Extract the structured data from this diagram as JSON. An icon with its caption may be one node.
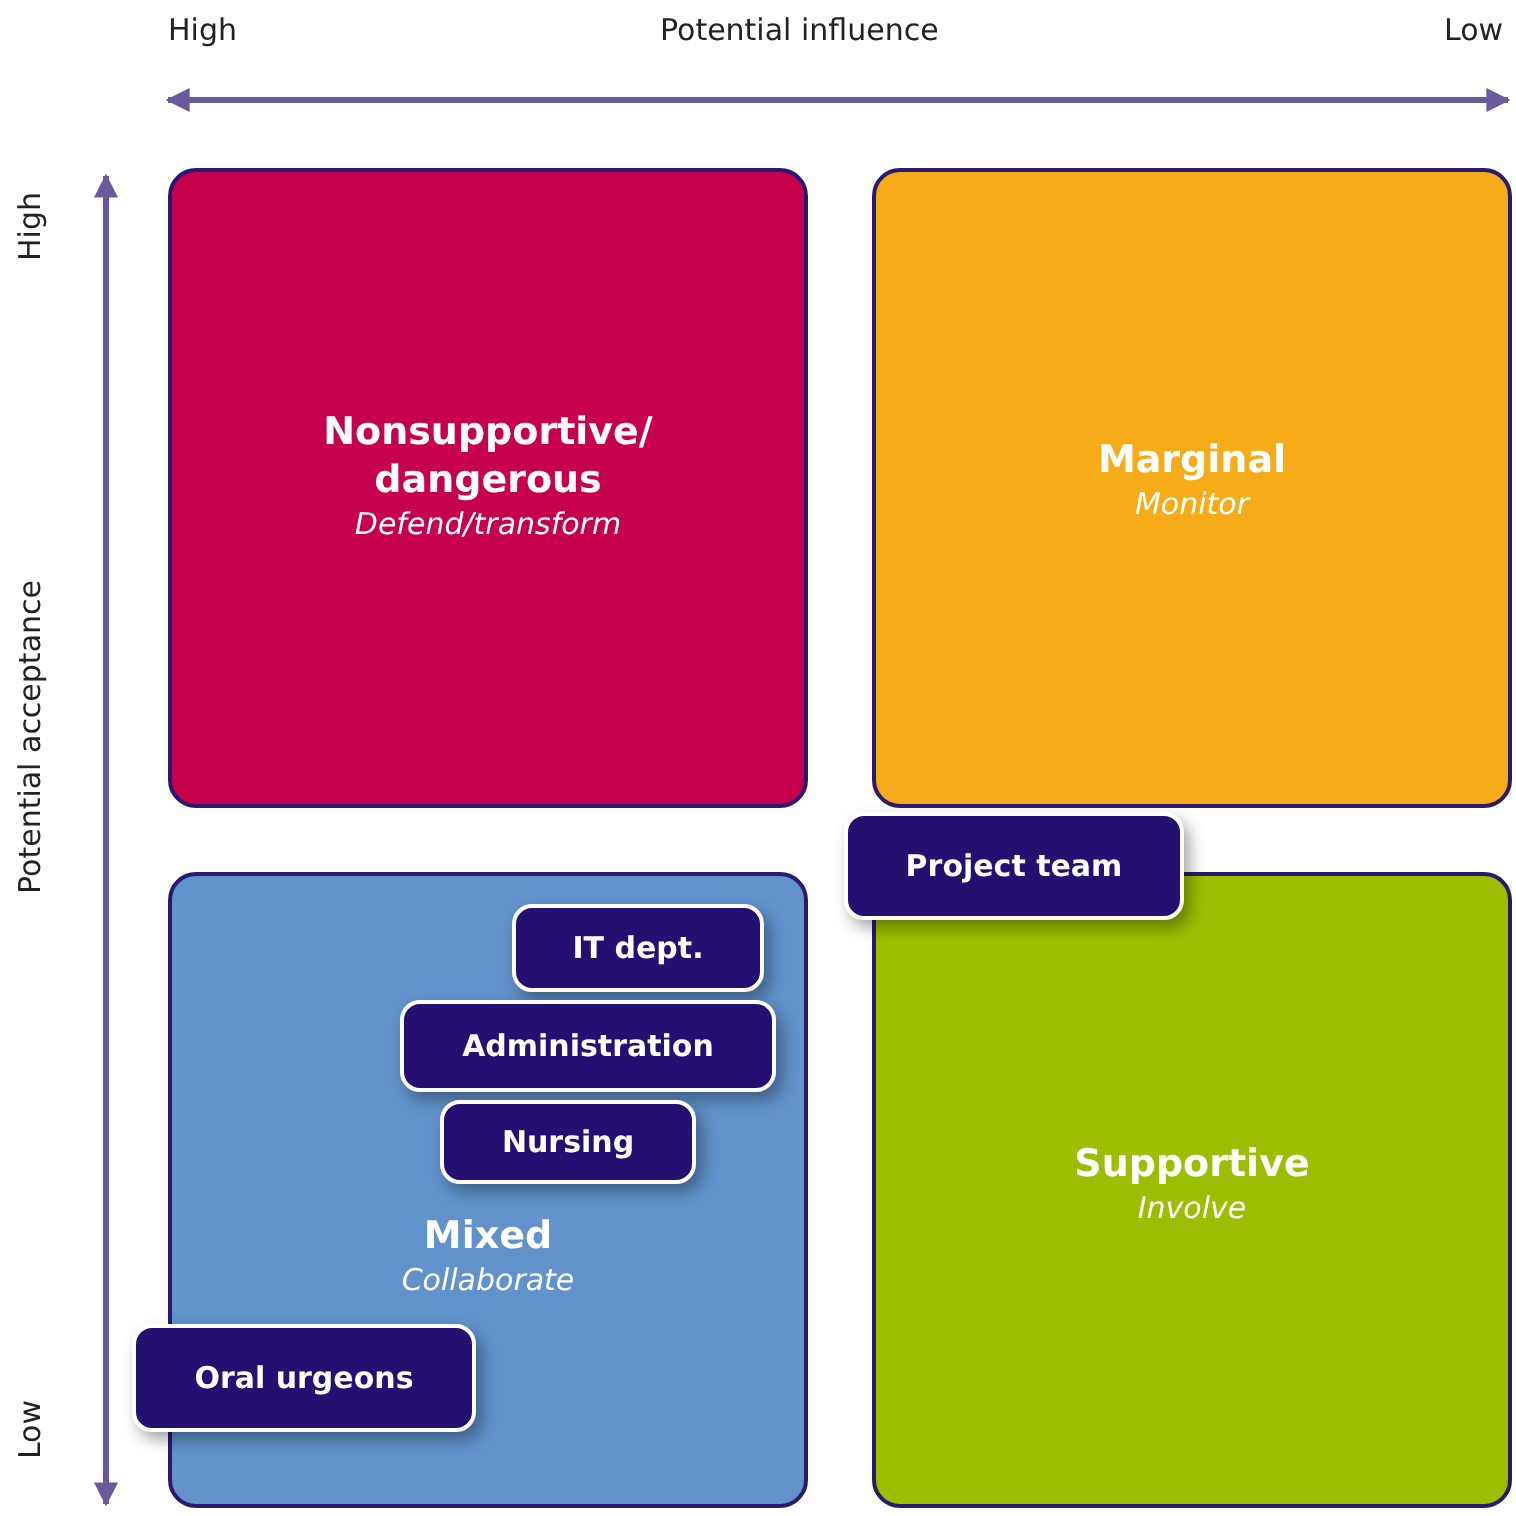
{
  "diagram": {
    "nodes": [
      {
        "text": [
          "Nonsupportive/ dangerous",
          "Defend/transform"
        ]
      },
      {
        "text": [
          "Marginal",
          "Monitor"
        ]
      },
      {
        "text": [
          "Project team"
        ]
      },
      {
        "text": [
          "Mixed",
          "Collaborate"
        ]
      },
      {
        "text": [
          "IT dept."
        ],
        "in": 3
      },
      {
        "text": [
          "Administration"
        ],
        "in": 3
      },
      {
        "text": [
          "Nursing"
        ],
        "in": 3
      },
      {
        "text": [
          "Supportive",
          "Involve"
        ]
      },
      {
        "text": [
          "Oral urgeons"
        ]
      }
    ],
    "labels": [
      "High",
      "Potential influence",
      "Low",
      "High",
      "Potential acceptance",
      "Low"
    ]
  }
}
